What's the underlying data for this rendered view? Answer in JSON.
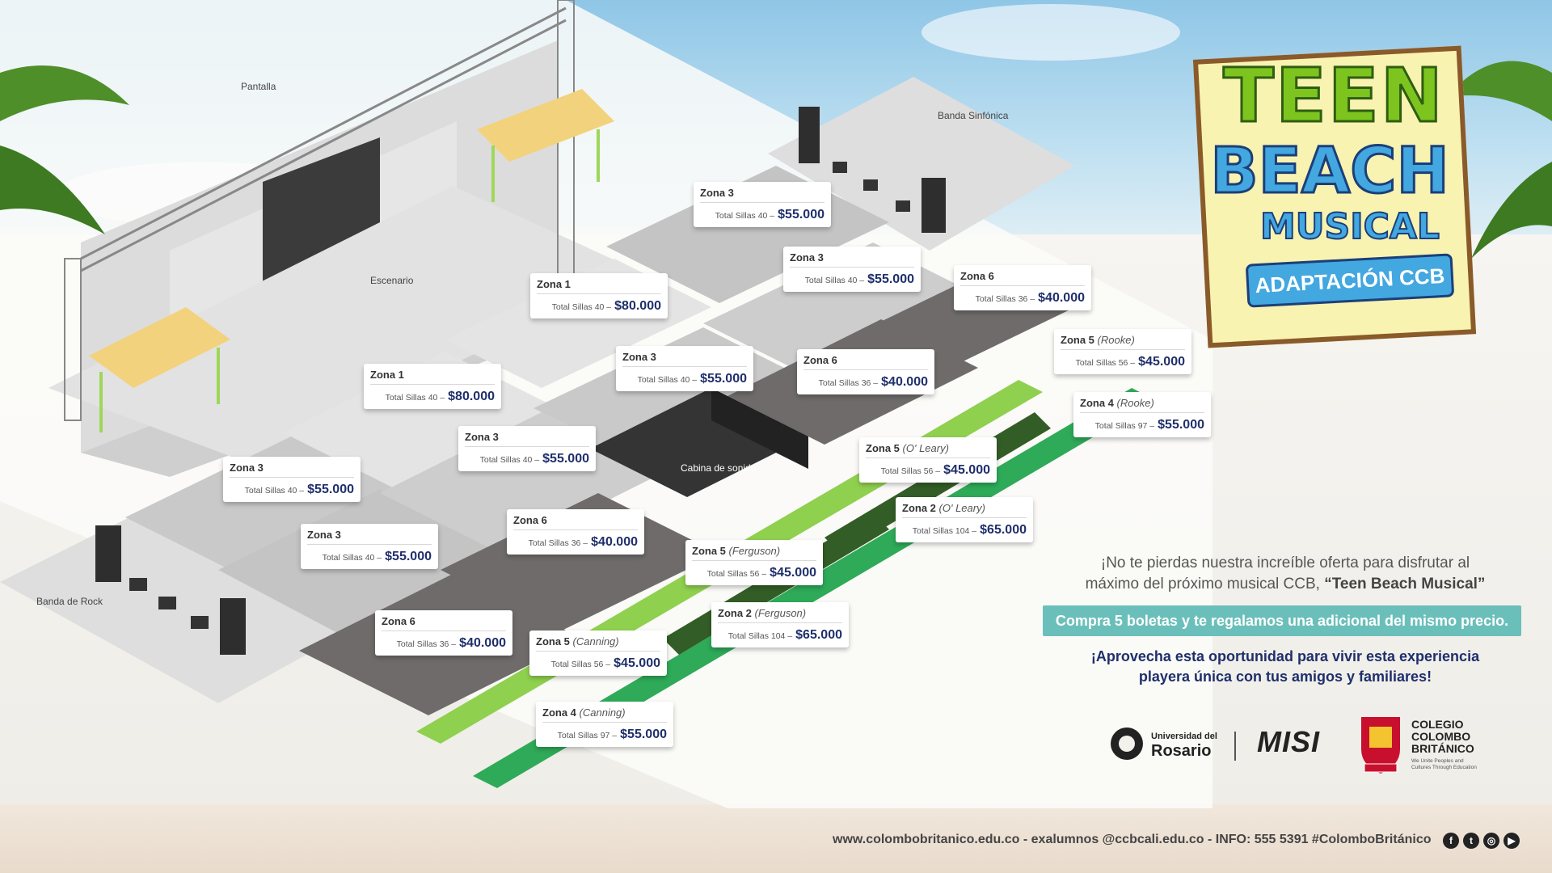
{
  "brand": {
    "title_line1": "TEEN",
    "title_line2": "BEACH",
    "title_line3": "MUSICAL",
    "subtitle": "ADAPTACIÓN CCB",
    "colors": {
      "green": "#7ec41f",
      "blue": "#43a7e0",
      "navy": "#1f2f6b",
      "teal": "#6bbfba"
    }
  },
  "venue_labels": {
    "pantalla": "Pantalla",
    "escenario": "Escenario",
    "banda_sinfonica": "Banda Sinfónica",
    "banda_rock": "Banda de Rock",
    "cabina": "Cabina de sonido"
  },
  "zones": [
    {
      "zone": "Zona 3",
      "note": "",
      "seats": "Total Sillas 40 –",
      "price": "$55.000"
    },
    {
      "zone": "Zona 3",
      "note": "",
      "seats": "Total Sillas 40 –",
      "price": "$55.000"
    },
    {
      "zone": "Zona 1",
      "note": "",
      "seats": "Total Sillas 40 –",
      "price": "$80.000"
    },
    {
      "zone": "Zona 6",
      "note": "",
      "seats": "Total Sillas 36 –",
      "price": "$40.000"
    },
    {
      "zone": "Zona 3",
      "note": "",
      "seats": "Total Sillas 40 –",
      "price": "$55.000"
    },
    {
      "zone": "Zona 6",
      "note": "",
      "seats": "Total Sillas 36 –",
      "price": "$40.000"
    },
    {
      "zone": "Zona 5",
      "note": "(Rooke)",
      "seats": "Total Sillas 56 –",
      "price": "$45.000"
    },
    {
      "zone": "Zona 1",
      "note": "",
      "seats": "Total Sillas 40 –",
      "price": "$80.000"
    },
    {
      "zone": "Zona 4",
      "note": "(Rooke)",
      "seats": "Total Sillas 97 –",
      "price": "$55.000"
    },
    {
      "zone": "Zona 3",
      "note": "",
      "seats": "Total Sillas 40 –",
      "price": "$55.000"
    },
    {
      "zone": "Zona 5",
      "note": "(O' Leary)",
      "seats": "Total Sillas 56 –",
      "price": "$45.000"
    },
    {
      "zone": "Zona 3",
      "note": "",
      "seats": "Total Sillas 40 –",
      "price": "$55.000"
    },
    {
      "zone": "Zona 2",
      "note": "(O' Leary)",
      "seats": "Total Sillas 104 –",
      "price": "$65.000"
    },
    {
      "zone": "Zona 6",
      "note": "",
      "seats": "Total Sillas 36 –",
      "price": "$40.000"
    },
    {
      "zone": "Zona 3",
      "note": "",
      "seats": "Total Sillas 40 –",
      "price": "$55.000"
    },
    {
      "zone": "Zona 5",
      "note": "(Ferguson)",
      "seats": "Total Sillas 56 –",
      "price": "$45.000"
    },
    {
      "zone": "Zona 2",
      "note": "(Ferguson)",
      "seats": "Total Sillas 104 –",
      "price": "$65.000"
    },
    {
      "zone": "Zona 6",
      "note": "",
      "seats": "Total Sillas 36 –",
      "price": "$40.000"
    },
    {
      "zone": "Zona 5",
      "note": "(Canning)",
      "seats": "Total Sillas 56 –",
      "price": "$45.000"
    },
    {
      "zone": "Zona 4",
      "note": "(Canning)",
      "seats": "Total Sillas 97 –",
      "price": "$55.000"
    }
  ],
  "promo": {
    "line1": "¡No te pierdas nuestra increíble oferta para disfrutar al",
    "line2_prefix": "máximo del próximo musical CCB, ",
    "line2_bold": "“Teen Beach Musical”",
    "button": "Compra 5 boletas y te regalamos una adicional del mismo precio.",
    "line3": "¡Aprovecha esta oportunidad para vivir esta experiencia",
    "line4": "playera única con tus amigos y familiares!"
  },
  "partners": {
    "rosario_top": "Universidad del",
    "rosario_bottom": "Rosario",
    "misi": "MISI",
    "colegio_l1": "COLEGIO",
    "colegio_l2": "COLOMBO",
    "colegio_l3": "BRITÁNICO",
    "colegio_tag": "We Unite Peoples and Cultures Through Education"
  },
  "footer": {
    "text": "www.colombobritanico.edu.co - exalumnos @ccbcali.edu.co - INFO: 555 5391 #ColomboBritánico",
    "social_icons": [
      "facebook-icon",
      "twitter-icon",
      "instagram-icon",
      "youtube-icon"
    ]
  }
}
